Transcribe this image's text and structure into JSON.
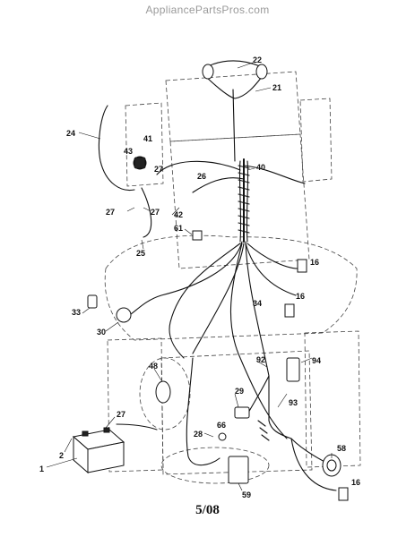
{
  "header": {
    "watermark": "AppliancePartsPros.com"
  },
  "footer": {
    "page_code": "5/08"
  },
  "callouts": [
    "1",
    "2",
    "27",
    "24",
    "41",
    "43",
    "27",
    "27",
    "27",
    "42",
    "26",
    "40",
    "22",
    "21",
    "61",
    "25",
    "16",
    "16",
    "34",
    "33",
    "30",
    "48",
    "92",
    "94",
    "29",
    "93",
    "66",
    "28",
    "58",
    "59",
    "16"
  ]
}
